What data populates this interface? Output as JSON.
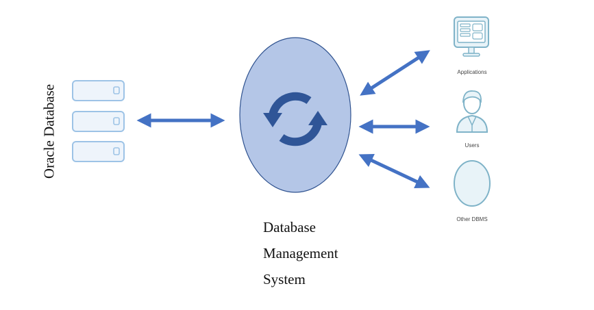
{
  "left": {
    "label": "Oracle Database"
  },
  "center": {
    "label_lines": [
      "Database",
      "Management",
      "System"
    ]
  },
  "right": {
    "items": [
      {
        "label": "Applications",
        "icon": "monitor-icon"
      },
      {
        "label": "Users",
        "icon": "user-icon"
      },
      {
        "label": "Other DBMS",
        "icon": "circle-icon"
      }
    ]
  },
  "colors": {
    "arrow": "#4472c4",
    "ellipse_fill": "#b4c6e7",
    "ellipse_stroke": "#2f528f",
    "sync_icon": "#2f5597",
    "server_stroke": "#9dc3e6",
    "server_fill": "#eef4fb",
    "icon_stroke": "#7fb3c8",
    "icon_fill": "#e8f3f8"
  }
}
